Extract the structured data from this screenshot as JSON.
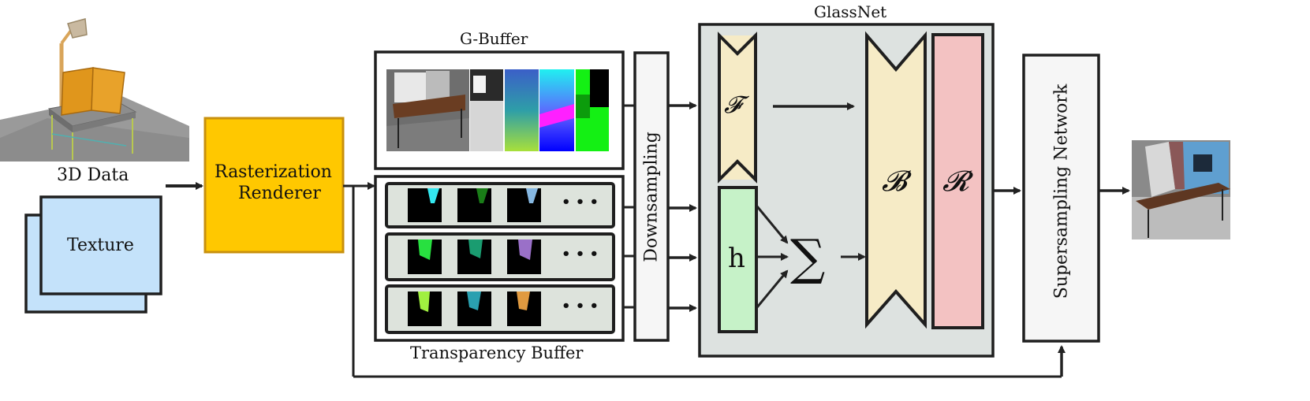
{
  "labels": {
    "data3d": "3D Data",
    "texture": "Texture",
    "rasterizer_line1": "Rasterization",
    "rasterizer_line2": "Renderer",
    "gbuffer": "G-Buffer",
    "transparency_buffer": "Transparency Buffer",
    "downsampling": "Downsampling",
    "glassnet": "GlassNet",
    "supersampling": "Supersampling Network",
    "f_block": "𝓕",
    "h_block": "h",
    "b_block": "𝓑",
    "r_block": "𝓡",
    "sum_symbol": "∑",
    "ellipsis": "• • •"
  },
  "colors": {
    "raster_fill": "#ffc800",
    "raster_stroke": "#c8900e",
    "texture_fill": "#c4e2fa",
    "buffer_bg": "#dde3dc",
    "glassnet_bg": "#dde2e0",
    "f_fill": "#f6ebc6",
    "h_fill": "#c6f2c8",
    "b_fill": "#f6ebc6",
    "r_fill": "#f3c2c2",
    "panel_fill": "#f6f6f6"
  },
  "icons": [
    "desk-lamp-scene-image",
    "gbuffer-render-image",
    "transparency-layer-thumbnail",
    "output-render-image"
  ]
}
